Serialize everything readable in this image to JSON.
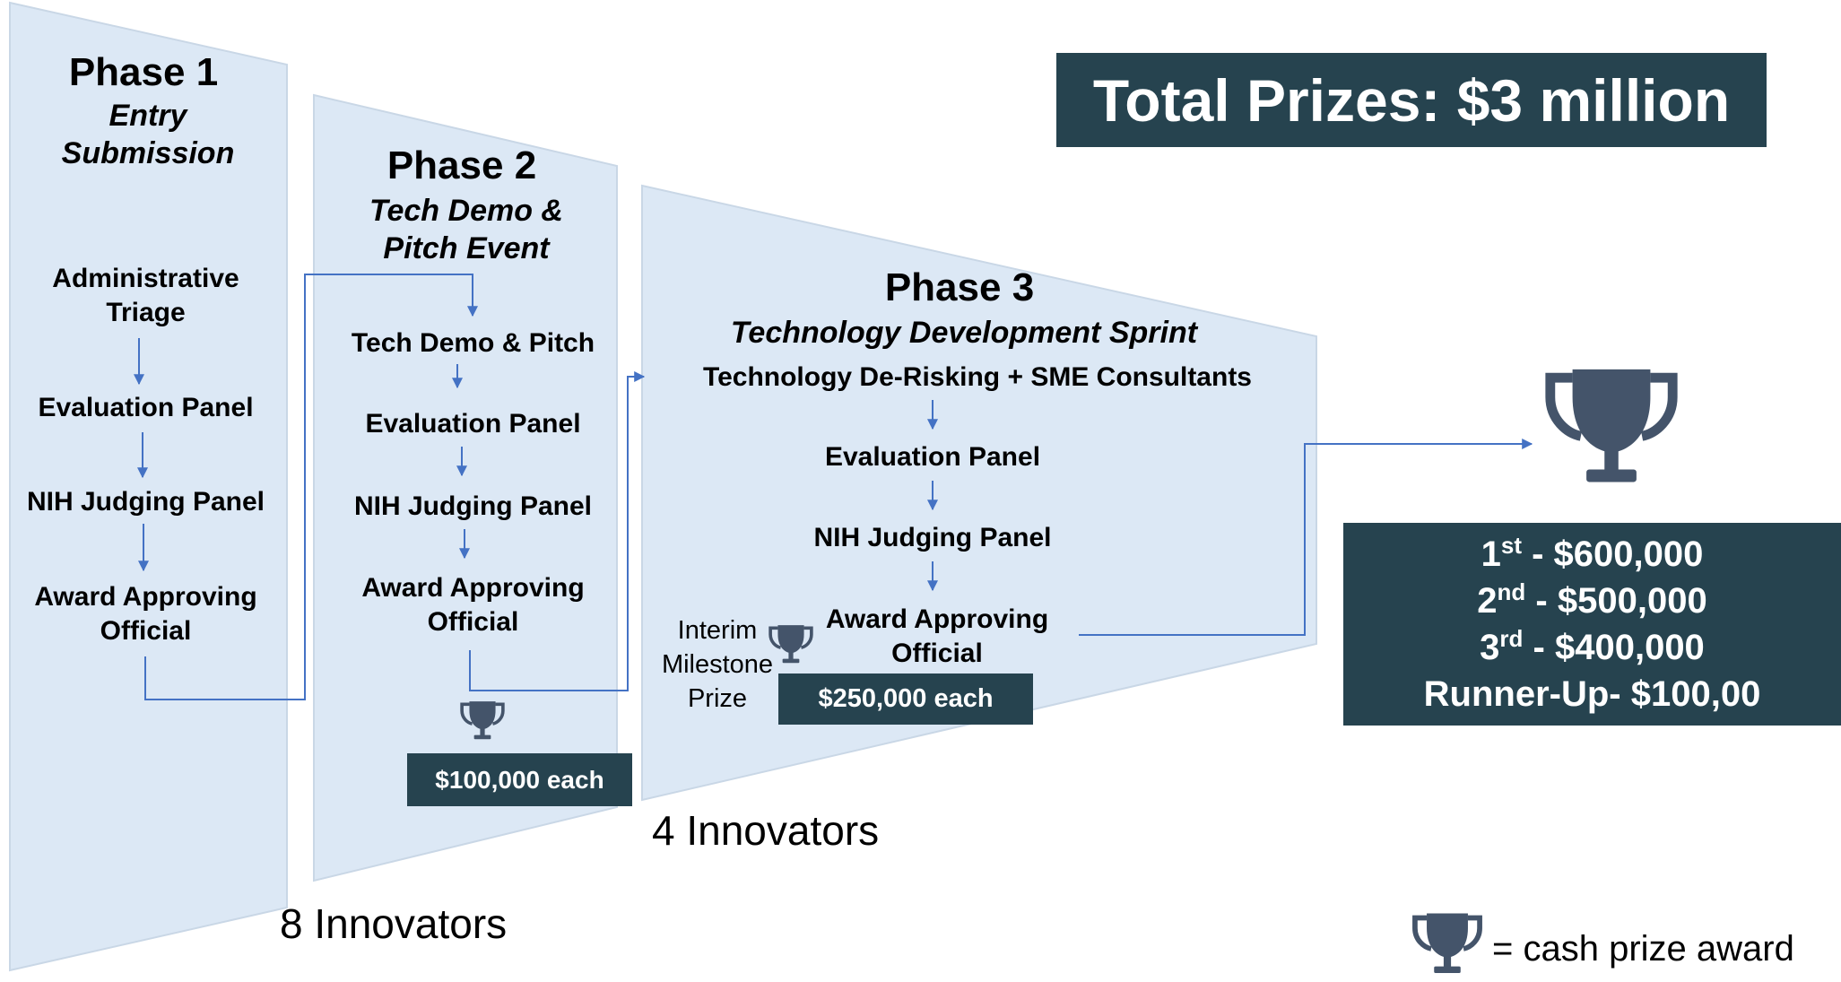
{
  "header": {
    "total_prizes": "Total Prizes: $3 million"
  },
  "phases": [
    {
      "title": "Phase 1",
      "subtitle_lines": [
        "Entry",
        "Submission"
      ],
      "steps": [
        [
          "Administrative",
          "Triage"
        ],
        [
          "Evaluation Panel"
        ],
        [
          "NIH Judging Panel"
        ],
        [
          "Award Approving",
          "Official"
        ]
      ],
      "innovators": ""
    },
    {
      "title": "Phase 2",
      "subtitle_lines": [
        "Tech Demo &",
        "Pitch Event"
      ],
      "steps": [
        [
          "Tech Demo & Pitch"
        ],
        [
          "Evaluation Panel"
        ],
        [
          "NIH Judging Panel"
        ],
        [
          "Award Approving",
          "Official"
        ]
      ],
      "prize": "$100,000 each",
      "innovators": "8 Innovators"
    },
    {
      "title": "Phase 3",
      "subtitle_lines": [
        "Technology Development Sprint"
      ],
      "steps": [
        [
          "Technology De-Risking + SME Consultants"
        ],
        [
          "Evaluation Panel"
        ],
        [
          "NIH Judging Panel"
        ],
        [
          "Award Approving",
          "Official"
        ]
      ],
      "interim_label_lines": [
        "Interim",
        "Milestone",
        "Prize"
      ],
      "prize": "$250,000 each",
      "innovators": "4 Innovators"
    }
  ],
  "final_prizes": [
    {
      "place": "1",
      "suffix": "st",
      "amount": " - $600,000"
    },
    {
      "place": "2",
      "suffix": "nd",
      "amount": " - $500,000"
    },
    {
      "place": "3",
      "suffix": "rd",
      "amount": " - $400,000"
    },
    {
      "place": "Runner-Up",
      "suffix": "",
      "amount": "- $100,00"
    }
  ],
  "legend": {
    "text": "= cash prize award",
    "icon": "trophy-icon"
  },
  "colors": {
    "panel_fill": "#dce8f5",
    "panel_edge": "#c9d7e6",
    "arrow": "#4472c4",
    "dark_box": "#26434f",
    "trophy": "#44546a"
  }
}
